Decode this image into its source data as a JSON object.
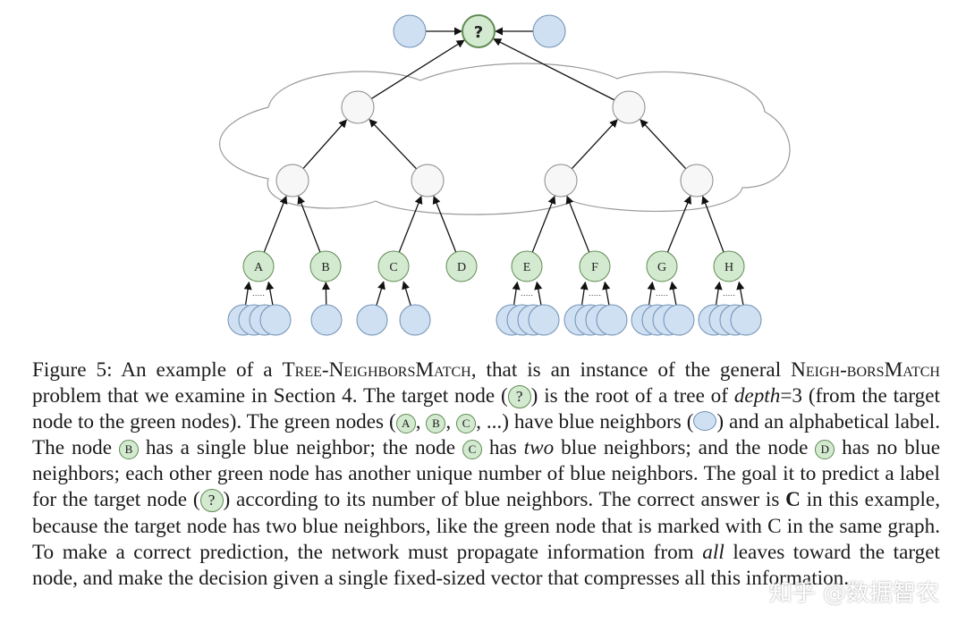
{
  "figure": {
    "target_label": "?",
    "leaf_labels": [
      "A",
      "B",
      "C",
      "D",
      "E",
      "F",
      "G",
      "H"
    ],
    "dots": "....."
  },
  "caption": {
    "s1": "Figure 5: An example of a ",
    "s2": "Tree-NeighborsMatch",
    "s3": ", that is an instance of the general ",
    "s4": "Neigh-borsMatch",
    "s5": " problem that we examine in Section 4. The target node (",
    "node_q": "?",
    "s6": ") is the root of a tree of ",
    "depth_word": "depth",
    "s7": "=3 (from the target node to the green nodes). The green nodes (",
    "node_a": "A",
    "s8": ", ",
    "node_b": "B",
    "s9": ", ",
    "node_c": "C",
    "s10": ", ...)  have blue neighbors (",
    "s11": ") and an alphabetical label. The node ",
    "node_b2": "B",
    "s12": " has a single blue neighbor; the node ",
    "node_c2": "C",
    "s13": " has ",
    "two_word": "two",
    "s14": " blue neighbors; and the node ",
    "node_d": "D",
    "s15": " has no blue neighbors; each other green node has another unique number of blue neighbors. The goal it to predict a label for the target node (",
    "node_q2": "?",
    "s16": ") according to its number of blue neighbors. The correct answer is ",
    "answer": "C",
    "s17": " in this example, because the target node has two blue neighbors, like the green node that is marked with C in the same graph. To make a correct prediction, the network must propagate information from ",
    "all_word": "all",
    "s18": " leaves toward the target node, and make the decision given a single fixed-sized vector that compresses all this information."
  },
  "watermark": "知乎 @数据智农",
  "colors": {
    "green_fill": "#d3ead0",
    "green_stroke": "#5f8a52",
    "blue_fill": "#cfe0f3",
    "blue_stroke": "#6f8fb3",
    "white_node": "#f7f7f7"
  }
}
